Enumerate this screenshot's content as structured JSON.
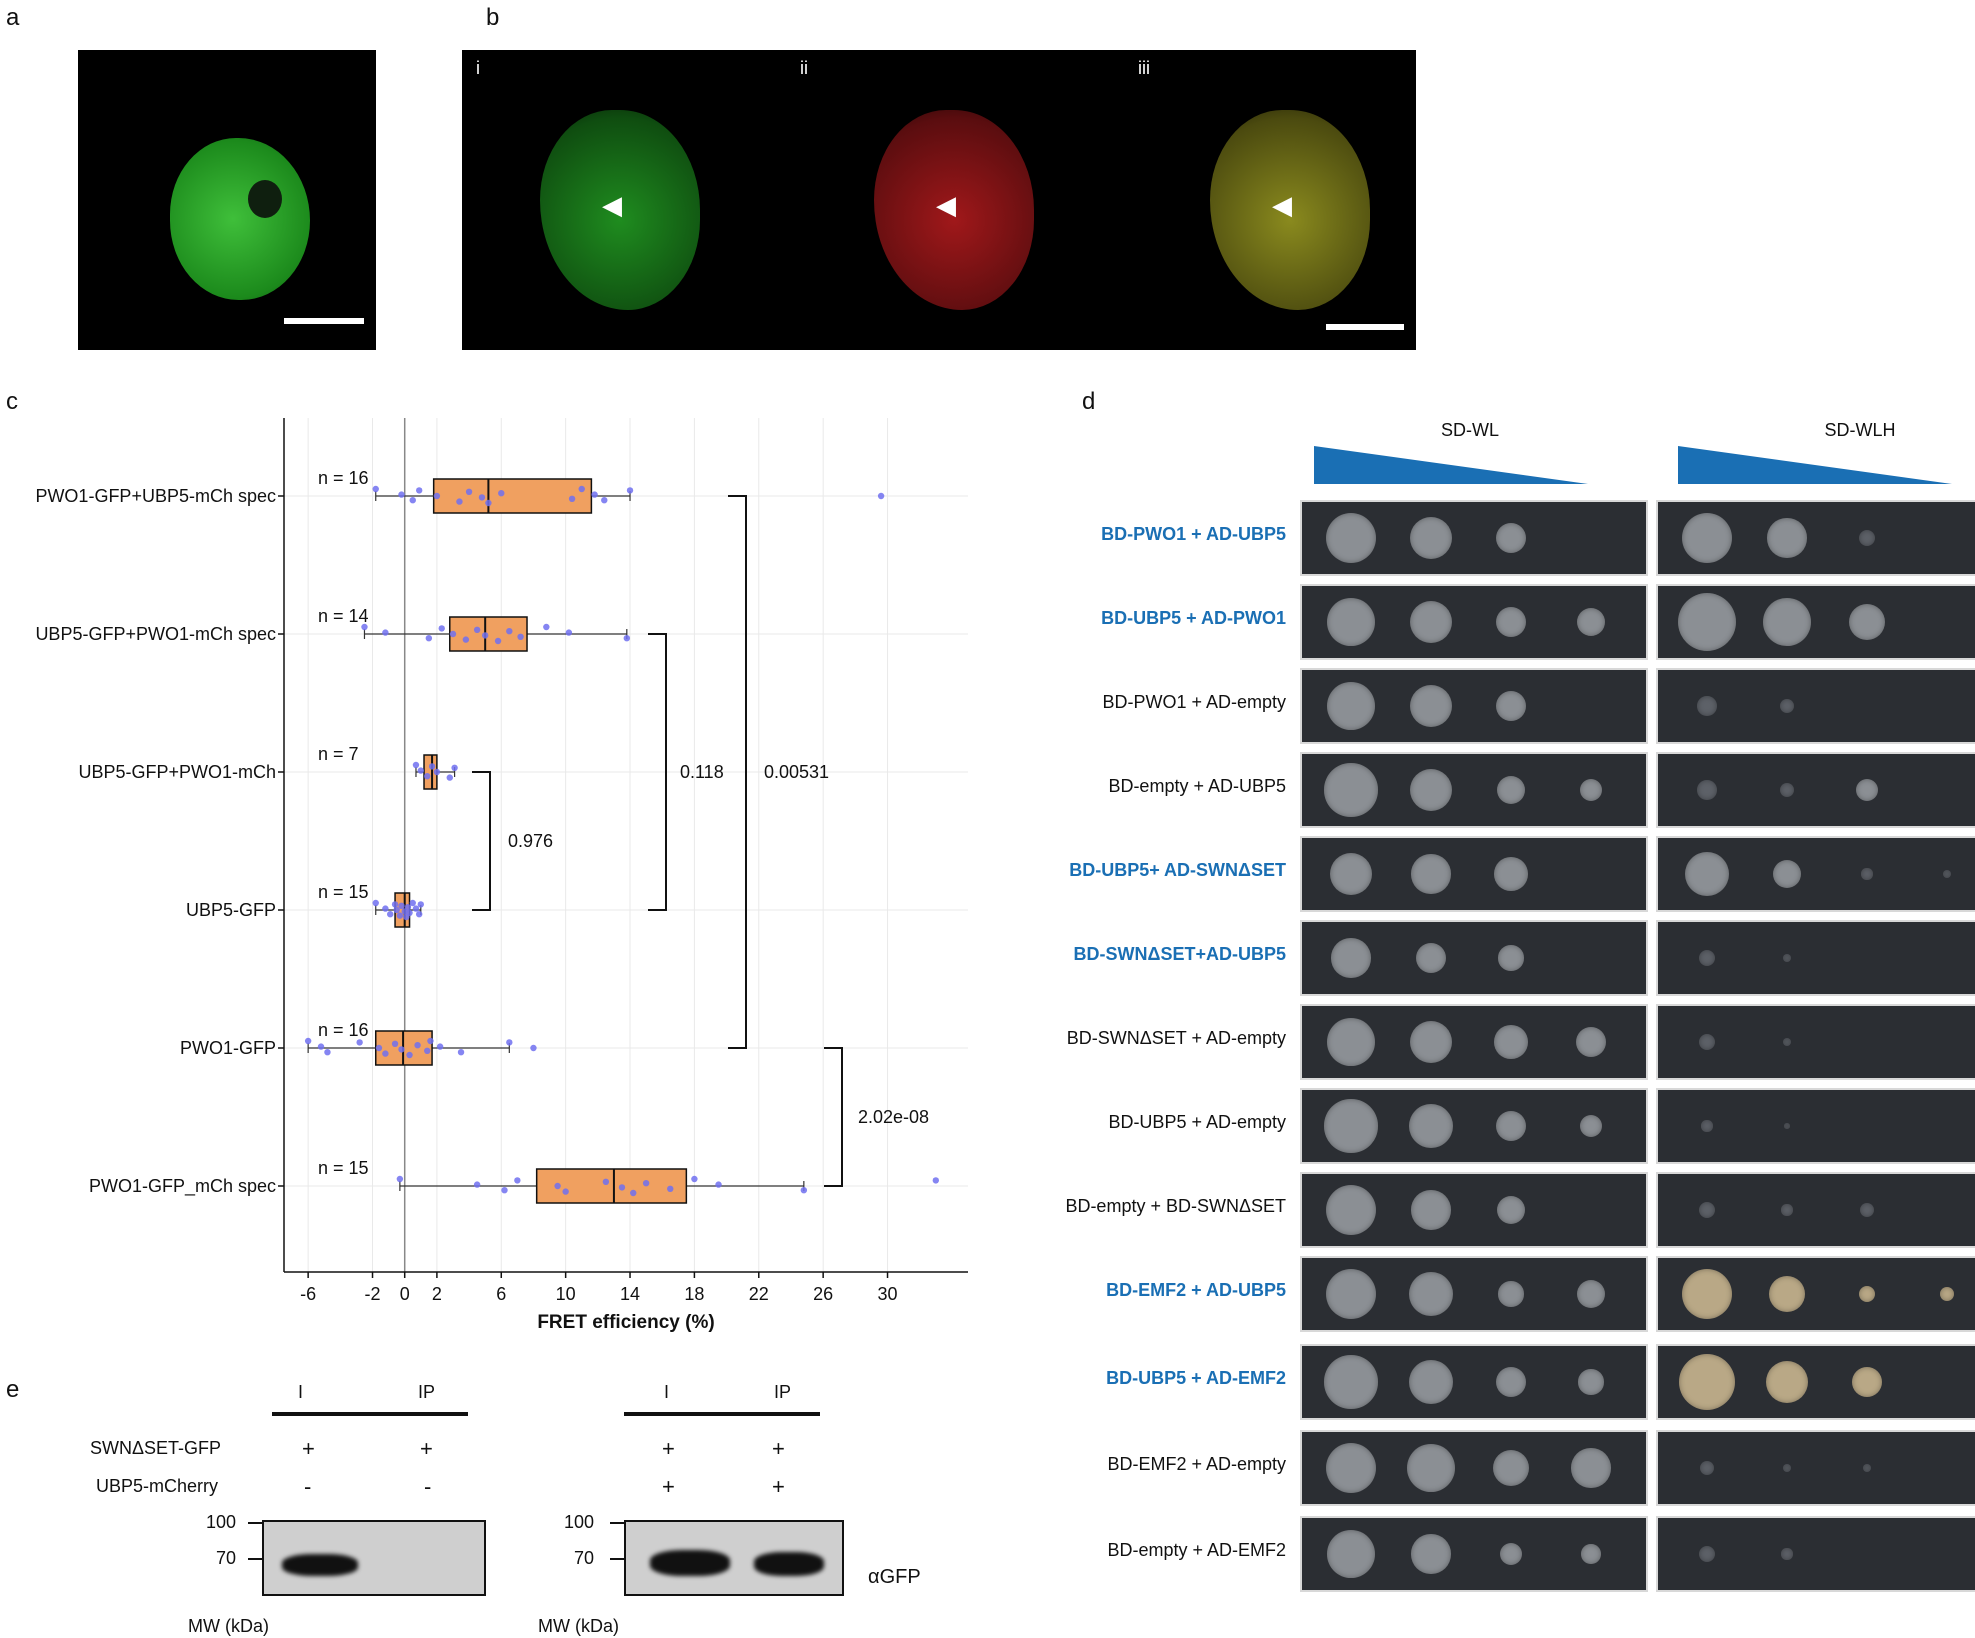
{
  "panels": {
    "a": "a",
    "b": "b",
    "c": "c",
    "d": "d",
    "e": "e"
  },
  "panel_b": {
    "subpanels": [
      "i",
      "ii",
      "iii"
    ]
  },
  "chart_data": {
    "type": "box",
    "xlabel": "FRET efficiency (%)",
    "xlim": [
      -7.5,
      35
    ],
    "xticks": [
      -6,
      -2,
      0,
      2,
      6,
      10,
      14,
      18,
      22,
      26,
      30
    ],
    "groups": [
      {
        "label": "PWO1-GFP+UBP5-mCh spec",
        "n_label": "n = 16",
        "min": -1.8,
        "q1": 1.8,
        "median": 5.2,
        "q3": 11.6,
        "max": 14.0,
        "points": [
          -1.8,
          -0.2,
          0.5,
          0.9,
          2.0,
          3.4,
          4.0,
          4.8,
          5.2,
          6.0,
          10.4,
          11.0,
          11.8,
          12.4,
          14.0,
          29.6
        ]
      },
      {
        "label": "UBP5-GFP+PWO1-mCh spec",
        "n_label": "n = 14",
        "min": -2.5,
        "q1": 2.8,
        "median": 5.0,
        "q3": 7.6,
        "max": 13.8,
        "points": [
          -2.5,
          -1.2,
          1.5,
          2.3,
          3.0,
          3.8,
          4.5,
          5.0,
          5.8,
          6.5,
          7.2,
          8.8,
          10.2,
          13.8
        ]
      },
      {
        "label": "UBP5-GFP+PWO1-mCh",
        "n_label": "n = 7",
        "min": 0.7,
        "q1": 1.2,
        "median": 1.7,
        "q3": 2.0,
        "max": 3.1,
        "points": [
          0.7,
          1.0,
          1.4,
          1.7,
          2.0,
          2.8,
          3.1
        ]
      },
      {
        "label": "UBP5-GFP",
        "n_label": "n = 15",
        "min": -1.8,
        "q1": -0.6,
        "median": 0.0,
        "q3": 0.3,
        "max": 1.0,
        "points": [
          -1.8,
          -1.2,
          -0.9,
          -0.6,
          -0.5,
          -0.3,
          -0.2,
          0.0,
          0.1,
          0.2,
          0.3,
          0.5,
          0.7,
          0.9,
          1.0
        ]
      },
      {
        "label": "PWO1-GFP",
        "n_label": "n = 16",
        "min": -6.0,
        "q1": -1.8,
        "median": -0.1,
        "q3": 1.7,
        "max": 6.5,
        "points": [
          -6.0,
          -5.2,
          -4.8,
          -2.8,
          -1.6,
          -1.2,
          -0.6,
          -0.2,
          0.3,
          0.8,
          1.4,
          1.6,
          2.2,
          3.5,
          6.5,
          8.0
        ]
      },
      {
        "label": "PWO1-GFP_mCh spec",
        "n_label": "n = 15",
        "min": -0.3,
        "q1": 8.2,
        "median": 13.0,
        "q3": 17.5,
        "max": 24.8,
        "points": [
          -0.3,
          4.5,
          6.2,
          7.0,
          9.5,
          10.0,
          12.5,
          13.5,
          14.2,
          15.0,
          16.5,
          18.0,
          19.5,
          24.8,
          33.0
        ]
      }
    ],
    "comparisons": [
      {
        "p": "0.976"
      },
      {
        "p": "0.118"
      },
      {
        "p": "0.00531"
      },
      {
        "p": "2.02e-08"
      }
    ]
  },
  "panel_d": {
    "media": [
      "SD-WL",
      "SD-WLH"
    ],
    "rows": [
      {
        "label": "BD-PWO1 + AD-UBP5",
        "highlight": true
      },
      {
        "label": "BD-UBP5 + AD-PWO1",
        "highlight": true
      },
      {
        "label": "BD-PWO1 + AD-empty",
        "highlight": false
      },
      {
        "label": "BD-empty + AD-UBP5",
        "highlight": false
      },
      {
        "label": "BD-UBP5+ AD-SWNΔSET",
        "highlight": true
      },
      {
        "label": "BD-SWNΔSET+AD-UBP5",
        "highlight": true
      },
      {
        "label": "BD-SWNΔSET + AD-empty",
        "highlight": false
      },
      {
        "label": "BD-UBP5 + AD-empty",
        "highlight": false
      },
      {
        "label": "BD-empty + BD-SWNΔSET",
        "highlight": false
      },
      {
        "label": "BD-EMF2 + AD-UBP5",
        "highlight": true
      },
      {
        "label": "BD-UBP5 + AD-EMF2",
        "highlight": true
      },
      {
        "label": "BD-EMF2 + AD-empty",
        "highlight": false
      },
      {
        "label": "BD-empty + AD-EMF2",
        "highlight": false
      }
    ],
    "accent": "#1a6fb4"
  },
  "panel_e": {
    "lanes": [
      "I",
      "IP"
    ],
    "rows": [
      {
        "label": "SWNΔSET-GFP",
        "left": [
          "+",
          "+"
        ],
        "right": [
          "+",
          "+"
        ]
      },
      {
        "label": "UBP5-mCherry",
        "left": [
          "-",
          "-"
        ],
        "right": [
          "+",
          "+"
        ]
      }
    ],
    "mw_top": "100",
    "mw_bottom": "70",
    "mw_label": "MW (kDa)",
    "antibody": "αGFP"
  }
}
